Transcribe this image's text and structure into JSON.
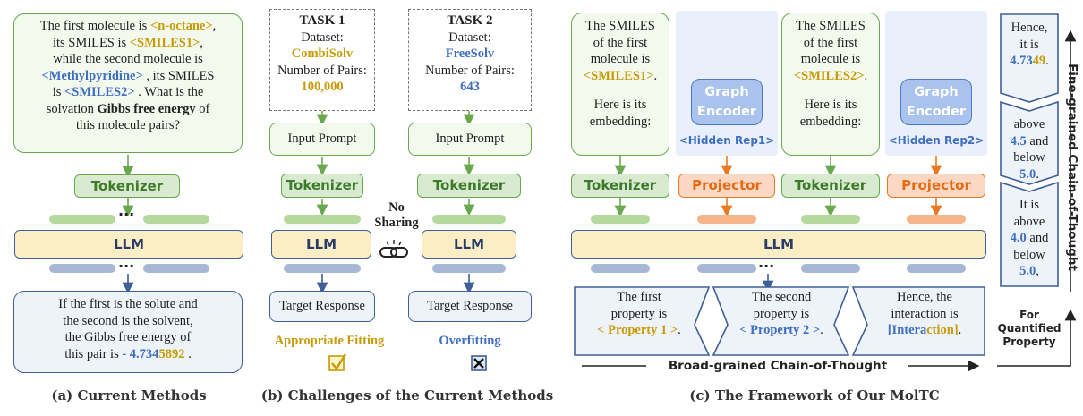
{
  "panel_a": {
    "question": {
      "t1": "The first molecule is ",
      "mol1": "<n-octane>",
      "t2": ",",
      "t3": "its SMILES is ",
      "smiles1": "<SMILES1>",
      "t4": ",",
      "t5": "while the second molecule is",
      "mol2": "<Methylpyridine>",
      "t6": " , its SMILES",
      "t7": "is ",
      "smiles2": "<SMILES2>",
      "t8": " . What is the",
      "t9": "solvation ",
      "gibbs": "Gibbs free energy",
      "t10": " of",
      "t11": "this molecule pairs?"
    },
    "tokenizer": "Tokenizer",
    "llm": "LLM",
    "dots": "···",
    "answer": {
      "l1": "If the first is the solute and",
      "l2": "the second is the solvent,",
      "l3": "the  Gibbs free energy of",
      "l4a": "this pair is ",
      "v_blue": "- 4.734",
      "v_gold": "5892",
      "l4b": " ."
    },
    "caption": "(a) Current Methods"
  },
  "panel_b": {
    "task1": {
      "title": "TASK 1",
      "dataset_label": "Dataset:",
      "dataset": "CombiSolv",
      "pairs_label": "Number of Pairs:",
      "pairs": "100,000"
    },
    "task2": {
      "title": "TASK 2",
      "dataset_label": "Dataset:",
      "dataset": "FreeSolv",
      "pairs_label": "Number of Pairs:",
      "pairs": "643"
    },
    "input_prompt": "Input Prompt",
    "tokenizer": "Tokenizer",
    "llm": "LLM",
    "no_sharing": [
      "No",
      "Sharing"
    ],
    "target": "Target Response",
    "fit1": "Appropriate Fitting",
    "fit2": "Overfitting",
    "caption": "(b) Challenges of the Current Methods"
  },
  "panel_c": {
    "smiles_box1": {
      "l1": "The SMILES",
      "l2": "of the first",
      "l3": "molecule is",
      "smiles": "<SMILES1>",
      "dot": ".",
      "l4": "Here is its",
      "l5": "embedding:"
    },
    "smiles_box2": {
      "l1": "The SMILES",
      "l2": "of the first",
      "l3": "molecule is",
      "smiles": "<SMILES2>",
      "dot": ".",
      "l4": "Here is its",
      "l5": "embedding:"
    },
    "encoder": [
      "Graph",
      "Encoder"
    ],
    "hidden1": "<Hidden Rep1>",
    "hidden2": "<Hidden Rep2>",
    "tokenizer": "Tokenizer",
    "projector": "Projector",
    "llm": "LLM",
    "dots": "···",
    "out1": {
      "l1": "The first",
      "l2": "property   is",
      "v": "< Property 1 >",
      "end": "."
    },
    "out2": {
      "l1": "The second",
      "l2": "property is",
      "v": "< Property 2 >",
      "end": "."
    },
    "out3": {
      "l1": "Hence, the",
      "l2": "interaction is",
      "v_blue": "[Intera",
      "v_gold": "ction]",
      "end": "."
    },
    "broad": "Broad-grained Chain-of-Thought",
    "fine": "Fine-grained Chain-of-Thought",
    "quantified": [
      "For",
      "Quantified",
      "Property"
    ],
    "fine_boxes": {
      "b1": {
        "l1": "Hence,",
        "l2": "it is",
        "v_blue": "4.73",
        "v_gold": "49",
        "end": "."
      },
      "b2": {
        "l1": "above",
        "v1": "4.5",
        "l2": " and",
        "l3": "below",
        "v2": "5.0",
        "end": "."
      },
      "b3": {
        "l1": "It is",
        "l2": "above",
        "v1": "4.0",
        "l3": " and",
        "l4": "below",
        "v2": "5.0",
        "end": ","
      }
    },
    "caption": "(c) The Framework of  Our MolTC"
  },
  "colors": {
    "green": "#6aa84f",
    "blue": "#3f5f98",
    "orange": "#e97a25",
    "gold": "#c79a06",
    "llm_fill": "#fbeec4"
  },
  "icons": [
    "chain-link-icon",
    "checkbox-checked-icon",
    "checkbox-crossed-icon",
    "molecule-structure-icon"
  ]
}
